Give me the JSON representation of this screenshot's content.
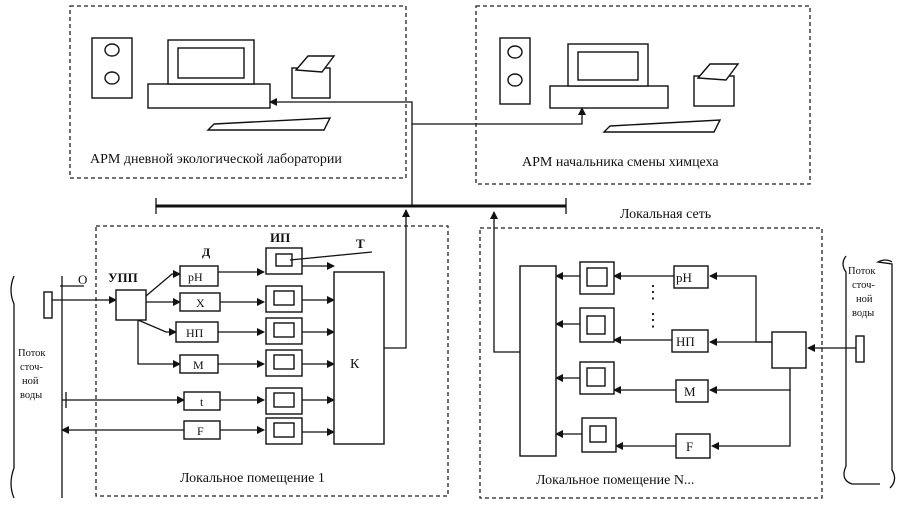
{
  "labels": {
    "arm_lab": "АРМ дневной экологической лаборатории",
    "arm_shift": "АРМ начальника смены химцеха",
    "local_net": "Локальная сеть",
    "room1": "Локальное помещение 1",
    "roomN": "Локальное помещение N...",
    "o": "О",
    "upp": "УПП",
    "d": "Д",
    "ip": "ИП",
    "t": "Т",
    "k": "К",
    "dots": "⋮",
    "flow_left": [
      "Поток",
      "сточ-",
      "ной",
      "воды"
    ],
    "flow_right": [
      "Поток",
      "сточ-",
      "ной",
      "воды"
    ]
  },
  "sensors_left": [
    "pH",
    "X",
    "НП",
    "М",
    "t",
    "F"
  ],
  "sensors_right": [
    "pH",
    "НП",
    "М",
    "F"
  ]
}
